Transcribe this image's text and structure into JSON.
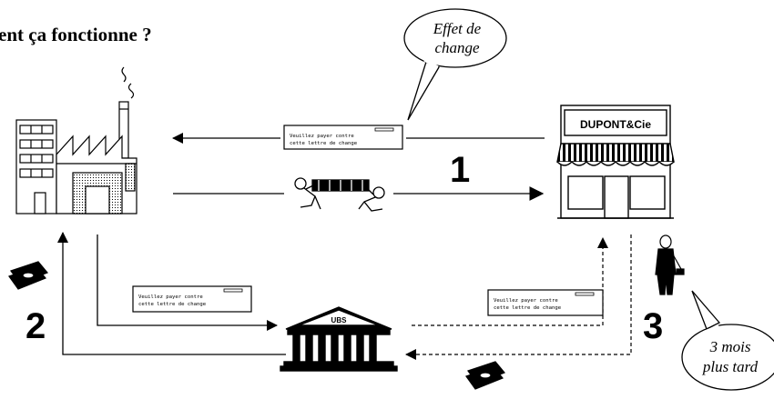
{
  "title": "ent ça fonctionne ?",
  "bubble_effet": {
    "line1": "Effet de",
    "line2": "change"
  },
  "bubble_tard": {
    "line1": "3 mois",
    "line2": "plus tard"
  },
  "document_text": {
    "line1": "Veuillez payer contre",
    "line2": "cette lettre de change"
  },
  "shop_sign": "DUPONT&Cie",
  "bank_label": "UBS",
  "steps": [
    "1",
    "2",
    "3"
  ],
  "icons": [
    "factory-icon",
    "shop-icon",
    "bank-icon",
    "movers-icon",
    "businessman-icon",
    "money-icon"
  ]
}
